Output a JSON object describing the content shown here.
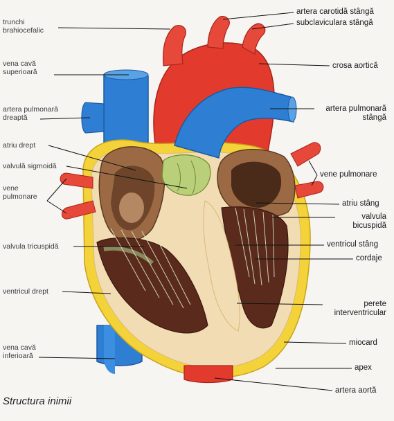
{
  "caption": "Structura inimii",
  "labels_left": {
    "trunchi": "trunchi\nbrahiocefalic",
    "vena_cava_sup": "vena cavă\nsuperioară",
    "artera_pulm_dreapta": "artera pulmonară\ndreaptă",
    "atriu_drept": "atriu drept",
    "valvula_sigmoida": "valvulă sigmoidă",
    "vene_pulmonare_st": "vene\npulmonare",
    "valvula_tricuspida": "valvula tricuspidă",
    "ventricul_drept": "ventricul drept",
    "vena_cava_inf": "vena cavă\ninferioară"
  },
  "labels_right": {
    "carotida": "artera carotidă stângă",
    "subclaviculara": "subclaviculara stângă",
    "crosa": "crosa aortică",
    "artera_pulm_stanga": "artera pulmonară\nstângă",
    "vene_pulmonare_dr": "vene pulmonare",
    "atriu_stang": "atriu stâng",
    "valvula_bicuspida": "valvula\nbicuspidă",
    "ventricul_stang": "ventricul stâng",
    "cordaje": "cordaje",
    "perete": "perete\ninterventricular",
    "miocard": "miocard",
    "apex": "apex",
    "artera_aorta": "artera aortă"
  },
  "colors": {
    "aorta": "#e23b2e",
    "pulmonary": "#2e7fd4",
    "myocardium": "#f2dcb3",
    "fat": "#f3d23a",
    "chamber": "#8b5a3a",
    "muscle": "#5a2a1c",
    "valve": "#b9cf7a"
  }
}
